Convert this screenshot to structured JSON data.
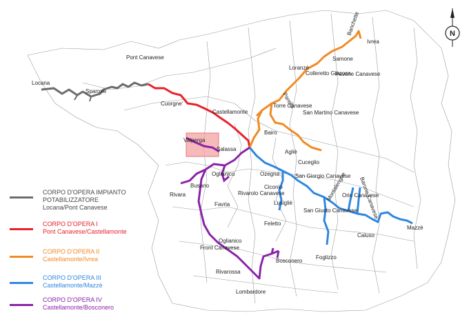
{
  "towns": [
    {
      "id": "locana",
      "label": "Locana"
    },
    {
      "id": "sparone",
      "label": "Sparone"
    },
    {
      "id": "pont",
      "label": "Pont Canavese"
    },
    {
      "id": "cuorgne",
      "label": "Cuorgne'"
    },
    {
      "id": "castellamonte",
      "label": "Castellamonte"
    },
    {
      "id": "valperga",
      "label": "Valperga"
    },
    {
      "id": "salassa",
      "label": "Salassa"
    },
    {
      "id": "oglianico1",
      "label": "Oglianico"
    },
    {
      "id": "busano",
      "label": "Busano"
    },
    {
      "id": "rivara",
      "label": "Rivara"
    },
    {
      "id": "favria",
      "label": "Favria"
    },
    {
      "id": "rivarolo",
      "label": "Rivarolo Canavese"
    },
    {
      "id": "oglianico2",
      "label": "Oglianico"
    },
    {
      "id": "front",
      "label": "Front Canavese"
    },
    {
      "id": "rivarossa",
      "label": "Rivarossa"
    },
    {
      "id": "lombardore",
      "label": "Lombardore"
    },
    {
      "id": "bosconero",
      "label": "Bosconero"
    },
    {
      "id": "torre",
      "label": "Torre Canavese"
    },
    {
      "id": "bairo",
      "label": "Bairo"
    },
    {
      "id": "aglie",
      "label": "Agliè"
    },
    {
      "id": "sanmartino",
      "label": "San Martino Canavese"
    },
    {
      "id": "loranze",
      "label": "Loranzè"
    },
    {
      "id": "colleretto",
      "label": "Colleretto Giacosa"
    },
    {
      "id": "parella",
      "label": "Parella"
    },
    {
      "id": "samone",
      "label": "Samone"
    },
    {
      "id": "banchette",
      "label": "Banchette"
    },
    {
      "id": "ivrea",
      "label": "Ivrea"
    },
    {
      "id": "pavone",
      "label": "Pavone Canavese"
    },
    {
      "id": "cuceglio",
      "label": "Cuceglio"
    },
    {
      "id": "ozegna",
      "label": "Ozegna"
    },
    {
      "id": "sangiorgio",
      "label": "San Giorgio Canavese"
    },
    {
      "id": "ciconio",
      "label": "Ciconio"
    },
    {
      "id": "lusiglie",
      "label": "Lusigliè"
    },
    {
      "id": "feletto",
      "label": "Feletto"
    },
    {
      "id": "sangiusto",
      "label": "San Giusto Canavese"
    },
    {
      "id": "montalenghe",
      "label": "Montalenghe"
    },
    {
      "id": "orio",
      "label": "Orio Canavese"
    },
    {
      "id": "barone",
      "label": "Barone Canavese"
    },
    {
      "id": "caluso",
      "label": "Caluso"
    },
    {
      "id": "mazze",
      "label": "Mazzè"
    },
    {
      "id": "foglizzo",
      "label": "Foglizzo"
    }
  ],
  "legend": [
    {
      "lines": [
        "CORPO D'OPERA IMPIANTO",
        "POTABILIZZATORE",
        "Locana/Pont Canavese"
      ],
      "color": "#6b6b6b",
      "text_color": "#444444"
    },
    {
      "lines": [
        "CORPO D'OPERA I",
        "Pont Canavese/Castellamonte"
      ],
      "color": "#e8202a",
      "text_color": "#e8202a"
    },
    {
      "lines": [
        "CORPO D'OPERA II",
        "Castellamonte/Ivrea"
      ],
      "color": "#f08a24",
      "text_color": "#f08a24"
    },
    {
      "lines": [
        "CORPO D'OPERA III",
        "Castellamonte/Mazzè"
      ],
      "color": "#2e86e0",
      "text_color": "#2e86e0"
    },
    {
      "lines": [
        "CORPO D'OPERA IV",
        "Castellamonte/Bosconero"
      ],
      "color": "#8a22a8",
      "text_color": "#8a22a8"
    }
  ],
  "north_label": "N",
  "colors": {
    "gray": "#6b6b6b",
    "red": "#e8202a",
    "orange": "#f08a24",
    "blue": "#2e86e0",
    "purple": "#8a22a8",
    "highlight": "#f4a3a3",
    "boundary": "#9a9a9a"
  }
}
